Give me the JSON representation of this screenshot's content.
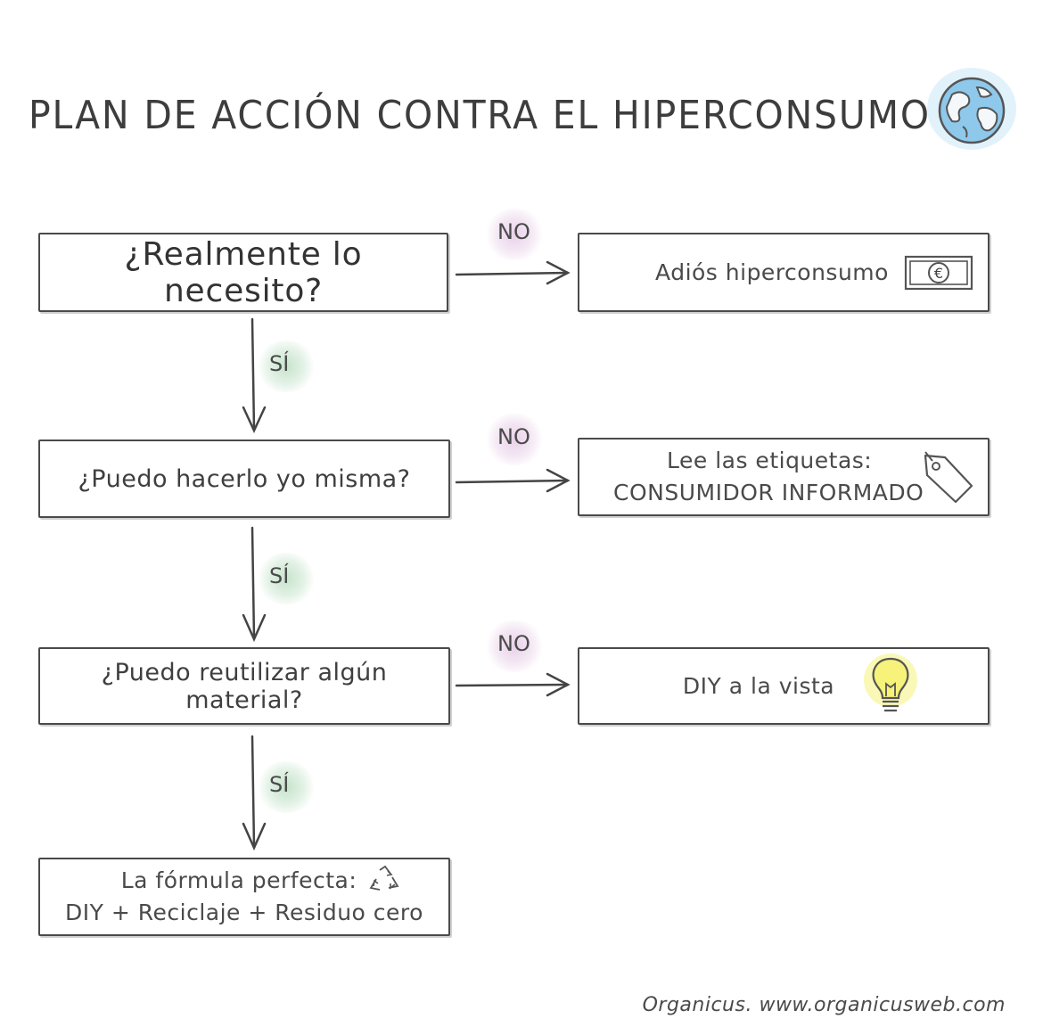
{
  "title": "PLAN DE ACCIÓN CONTRA EL HIPERCONSUMO",
  "icons": {
    "globe": "globe-icon",
    "euro_bill": "euro-banknote-icon",
    "price_tag": "price-tag-icon",
    "light_bulb": "light-bulb-icon",
    "recycle": "recycle-icon"
  },
  "colors": {
    "globe": "#8ec9ec",
    "no_highlight": "#d8aad8",
    "si_highlight": "#96cda0",
    "bulb": "#f6f27a"
  },
  "questions": [
    {
      "text": "¿Realmente lo necesito?"
    },
    {
      "text": "¿Puedo hacerlo yo misma?"
    },
    {
      "text": "¿Puedo reutilizar algún material?"
    }
  ],
  "results": [
    {
      "text": "Adiós hiperconsumo"
    },
    {
      "line1": "Lee las etiquetas:",
      "line2": "CONSUMIDOR INFORMADO"
    },
    {
      "text": "DIY a la vista"
    }
  ],
  "final": {
    "line1": "La fórmula perfecta:",
    "line2": "DIY + Reciclaje + Residuo cero"
  },
  "labels": {
    "no": "NO",
    "si": "SÍ"
  },
  "credit": "Organicus.  www.organicusweb.com"
}
